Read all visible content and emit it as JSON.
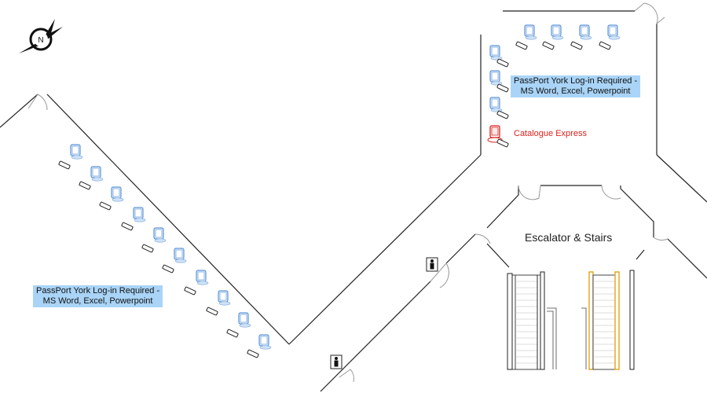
{
  "compass": {
    "letter": "N",
    "icon": "compass-rose-icon"
  },
  "labels": {
    "left_workstations_line1": "PassPort York Log-in Required -",
    "left_workstations_line2": "MS Word, Excel, Powerpoint",
    "right_workstations_line1": "PassPort York Log-in Required -",
    "right_workstations_line2": "MS Word, Excel, Powerpoint",
    "catalogue": "Catalogue Express",
    "escalator": "Escalator & Stairs"
  },
  "icons": {
    "computer": "computer-workstation-icon",
    "catalogue_computer": "catalogue-terminal-icon",
    "restroom": "restroom-person-icon",
    "door": "door-swing-icon"
  },
  "colors": {
    "label_bg": "#a9d4f7",
    "catalogue_red": "#d8231e",
    "monitor_blue": "#3d7fd0",
    "escalator_yellow": "#e3a21a"
  }
}
